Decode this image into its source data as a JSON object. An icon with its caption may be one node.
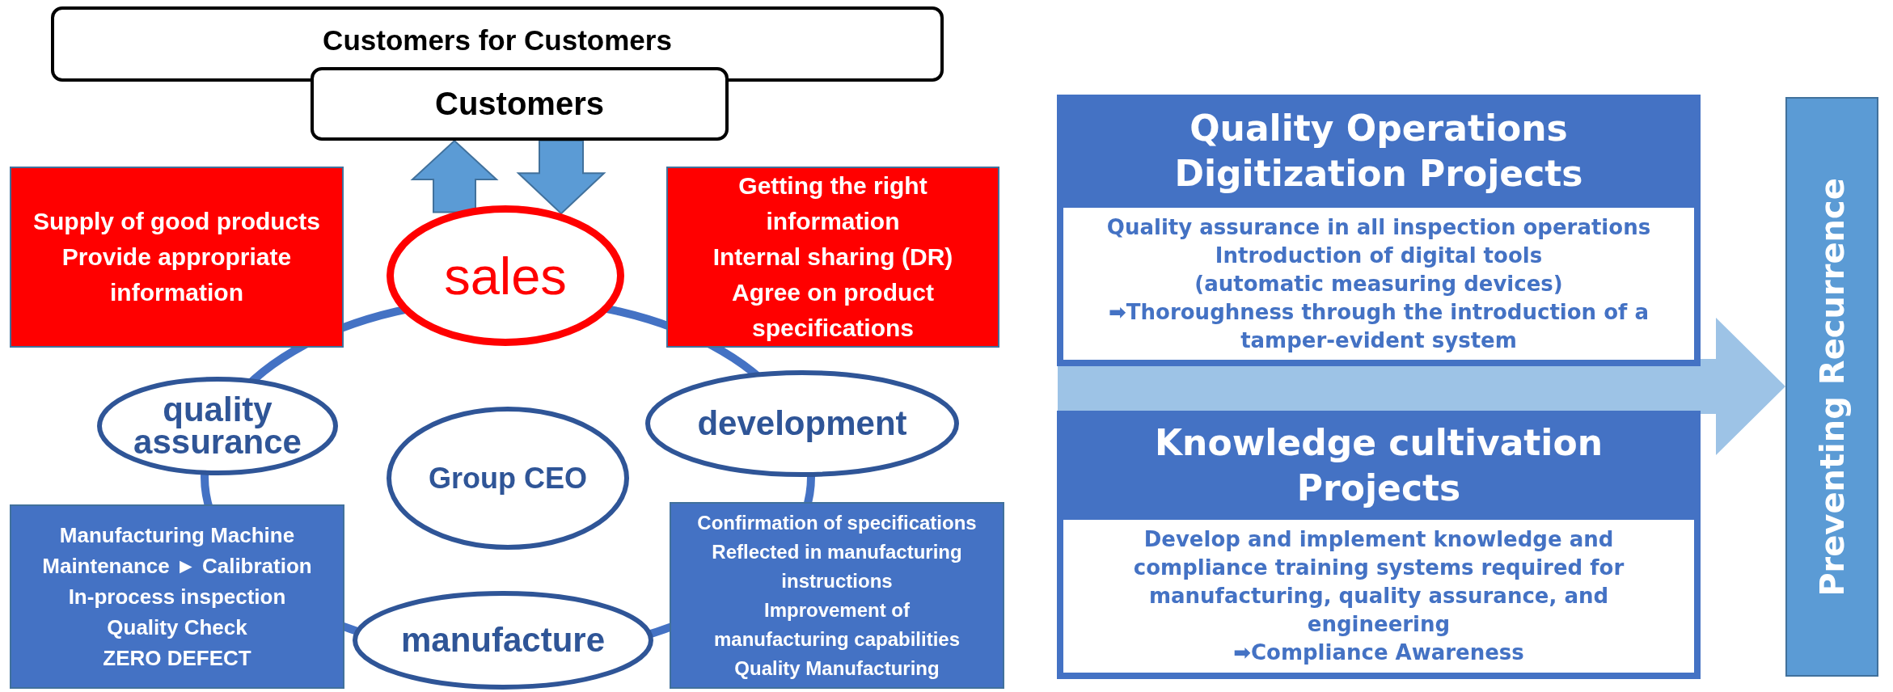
{
  "diagram": {
    "nodes": [
      {
        "text": [
          "Customers for Customers"
        ]
      },
      {
        "text": [
          "Customers"
        ]
      },
      {
        "text": [
          "Supply of good products",
          "Provide appropriate information"
        ]
      },
      {
        "text": [
          "Getting the right information",
          "Internal sharing (DR)",
          "Agree on product specifications"
        ]
      },
      {
        "text": [
          "sales"
        ]
      },
      {
        "text": [
          "quality assurance"
        ]
      },
      {
        "text": [
          "Group CEO"
        ]
      },
      {
        "text": [
          "development"
        ]
      },
      {
        "text": [
          "Manufacturing Machine Maintenance ► Calibration",
          "In-process inspection",
          "Quality Check",
          "ZERO DEFECT"
        ]
      },
      {
        "text": [
          "manufacture"
        ]
      },
      {
        "text": [
          "Confirmation of specifications",
          "Reflected in manufacturing instructions",
          "Improvement of manufacturing capabilities",
          "Quality Manufacturing"
        ]
      },
      {
        "text": [
          "Quality Operations Digitization Projects",
          "Quality assurance in all inspection operations",
          "Introduction of digital tools (automatic measuring devices)",
          "➡Thoroughness through the introduction of a tamper-evident system"
        ]
      },
      {
        "text": [
          "Knowledge cultivation Projects",
          "Develop and implement knowledge and compliance training systems required for manufacturing, quality assurance, and engineering",
          "➡Compliance Awareness"
        ]
      },
      {
        "text": [
          "Preventing Recurrence"
        ]
      }
    ],
    "edges": [
      {
        "from": 4,
        "to": 1,
        "arrow": "to",
        "style": "thick",
        "color": "#5b9bd5"
      },
      {
        "from": 1,
        "to": 4,
        "arrow": "to",
        "style": "thick",
        "color": "#5b9bd5"
      },
      {
        "from": null,
        "to": 13,
        "arrow": "to",
        "style": "thick",
        "color": "#9dc3e6"
      }
    ]
  }
}
